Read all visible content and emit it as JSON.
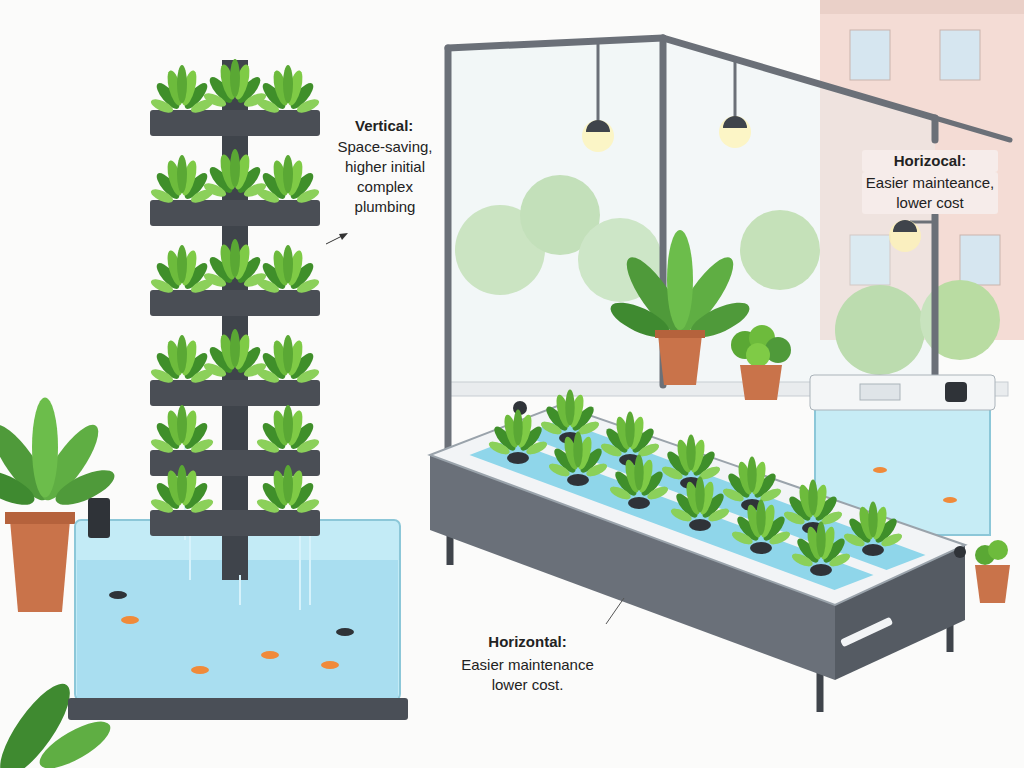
{
  "diagram": {
    "labels": [
      "Vertical:",
      "Space-saving, higher initial complex plumbing",
      "Horizocal:",
      "Easier mainteance, lower cost",
      "Horizontal:",
      "Easier maintenance lower cost."
    ]
  }
}
